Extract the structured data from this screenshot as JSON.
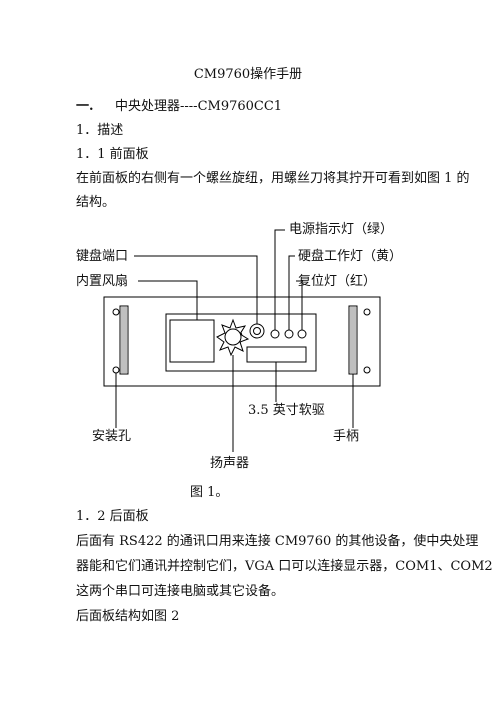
{
  "doc": {
    "title": "CM9760操作手册",
    "section_num": "一.",
    "section_title": "中央处理器----CM9760CC1",
    "h1": "1．描述",
    "h11": "1．1 前面板",
    "p1_line1": "在前面板的右侧有一个螺丝旋纽，用螺丝刀将其拧开可看到如图 1 的",
    "p1_line2": "结构。",
    "caption": "图 1。",
    "h12": "1．2 后面板",
    "p2_line1": "后面有 RS422 的通讯口用来连接 CM9760 的其他设备，使中央处理",
    "p2_line2": "器能和它们通讯并控制它们，VGA 口可以连接显示器，COM1、COM2",
    "p2_line3": "这两个串口可连接电脑或其它设备。",
    "p3": "后面板结构如图 2"
  },
  "figure": {
    "labels": {
      "power_led": "电源指示灯（绿）",
      "keyboard_port": "键盘端口",
      "hdd_led": "硬盘工作灯（黄）",
      "fan": "内置风扇",
      "reset_led": "复位灯（红）",
      "floppy": "3.5 英寸软驱",
      "mount_hole": "安装孔",
      "handle": "手柄",
      "speaker": "扬声器"
    }
  }
}
